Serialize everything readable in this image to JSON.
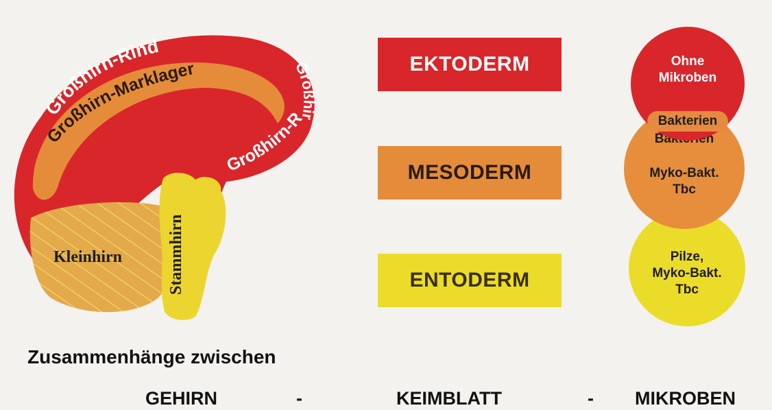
{
  "brain": {
    "cortex_front": "Großhirn-Rinde",
    "cortex_back": "Großhirn-Rinde",
    "cortex_mirrored": "Großhirn-Rinde",
    "white_matter": "Großhirn-Marklager",
    "cerebellum": "Kleinhirn",
    "brainstem": "Stammhirn"
  },
  "germ_layers": [
    "EKTODERM",
    "MESODERM",
    "ENTODERM"
  ],
  "microbes": {
    "ekto": [
      "Ohne",
      "Mikroben"
    ],
    "overlap": "Bakterien",
    "meso": [
      "Bakterien",
      "Myko-Bakt.",
      "Tbc"
    ],
    "ento": [
      "Pilze,",
      "Myko-Bakt.",
      "Tbc"
    ]
  },
  "caption": "Zusammenhänge zwischen",
  "bottom_labels": [
    "GEHIRN",
    "-",
    "KEIMBLATT",
    "-",
    "MIKROBEN"
  ],
  "colors": {
    "red": "#d8262b",
    "orange": "#e58c3a",
    "yellow": "#ecdc2a"
  }
}
